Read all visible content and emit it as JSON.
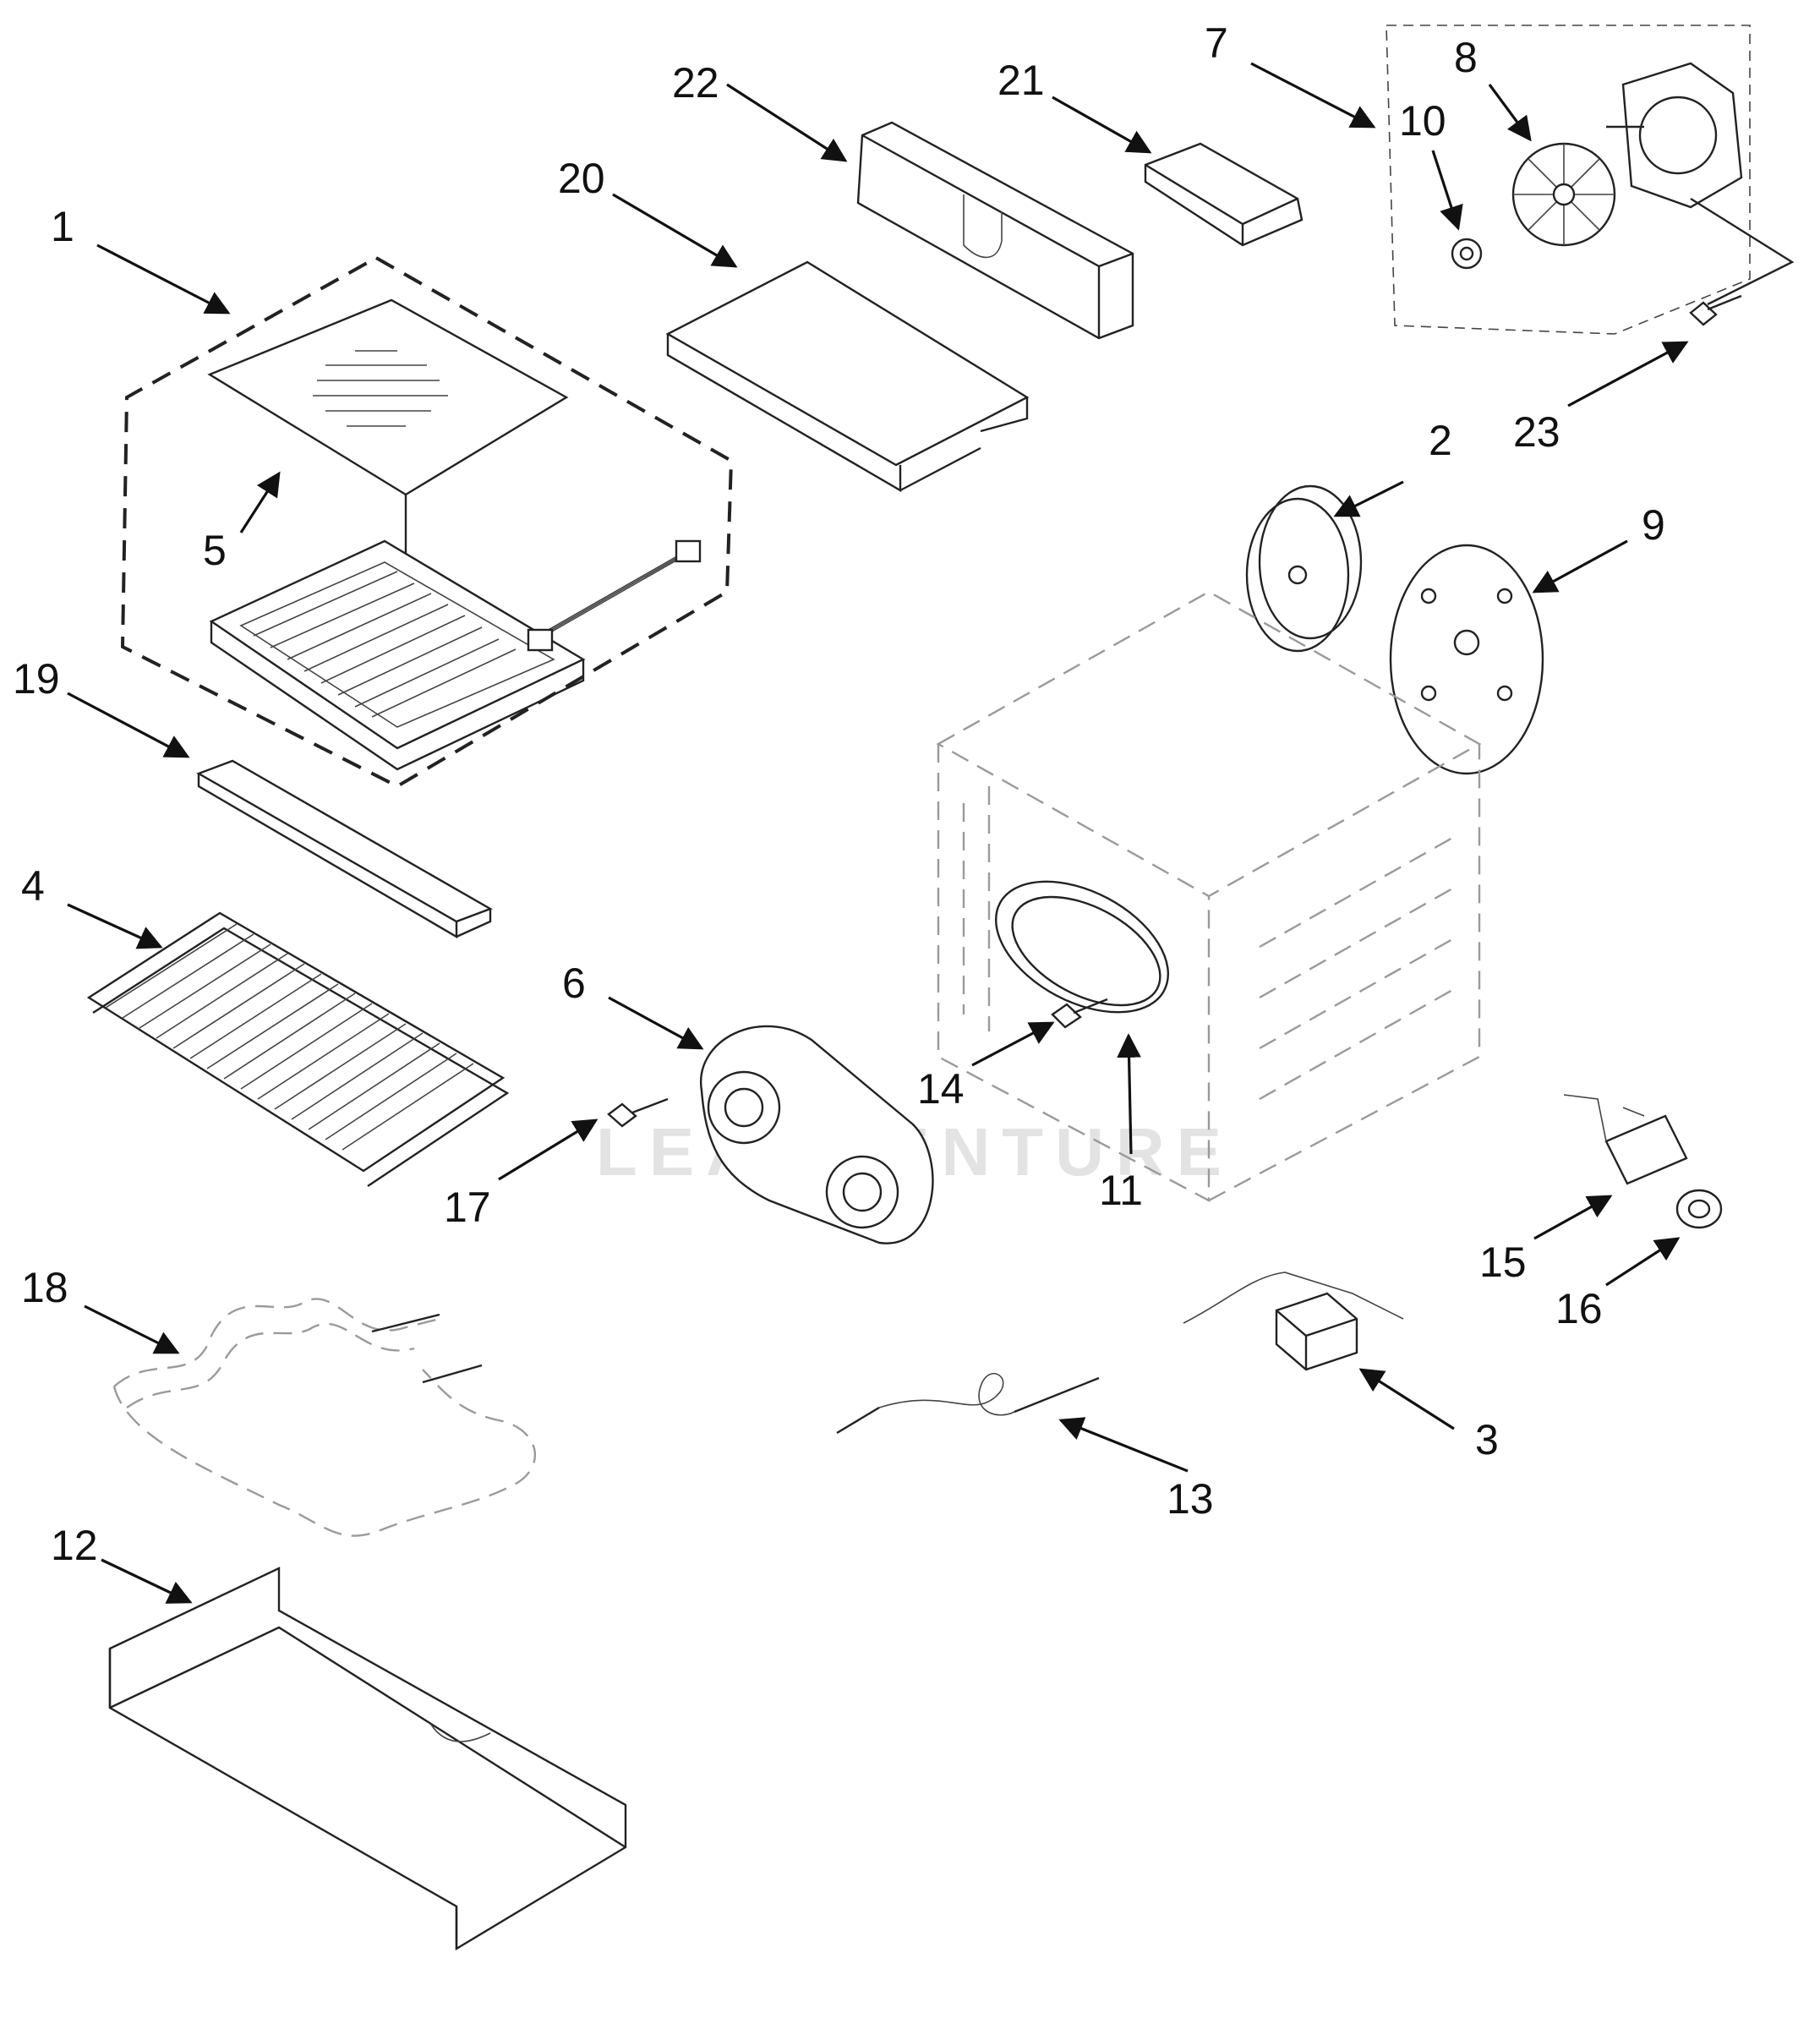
{
  "diagram": {
    "watermark": "LEADVENTURE",
    "callouts": [
      {
        "id": "c1",
        "text": "1"
      },
      {
        "id": "c2",
        "text": "2"
      },
      {
        "id": "c3",
        "text": "3"
      },
      {
        "id": "c4",
        "text": "4"
      },
      {
        "id": "c5",
        "text": "5"
      },
      {
        "id": "c6",
        "text": "6"
      },
      {
        "id": "c7",
        "text": "7"
      },
      {
        "id": "c8",
        "text": "8"
      },
      {
        "id": "c9",
        "text": "9"
      },
      {
        "id": "c10",
        "text": "10"
      },
      {
        "id": "c11",
        "text": "11"
      },
      {
        "id": "c12",
        "text": "12"
      },
      {
        "id": "c13",
        "text": "13"
      },
      {
        "id": "c14",
        "text": "14"
      },
      {
        "id": "c15",
        "text": "15"
      },
      {
        "id": "c16",
        "text": "16"
      },
      {
        "id": "c17",
        "text": "17"
      },
      {
        "id": "c18",
        "text": "18"
      },
      {
        "id": "c19",
        "text": "19"
      },
      {
        "id": "c20",
        "text": "20"
      },
      {
        "id": "c21",
        "text": "21"
      },
      {
        "id": "c22",
        "text": "22"
      },
      {
        "id": "c23",
        "text": "23"
      }
    ]
  }
}
